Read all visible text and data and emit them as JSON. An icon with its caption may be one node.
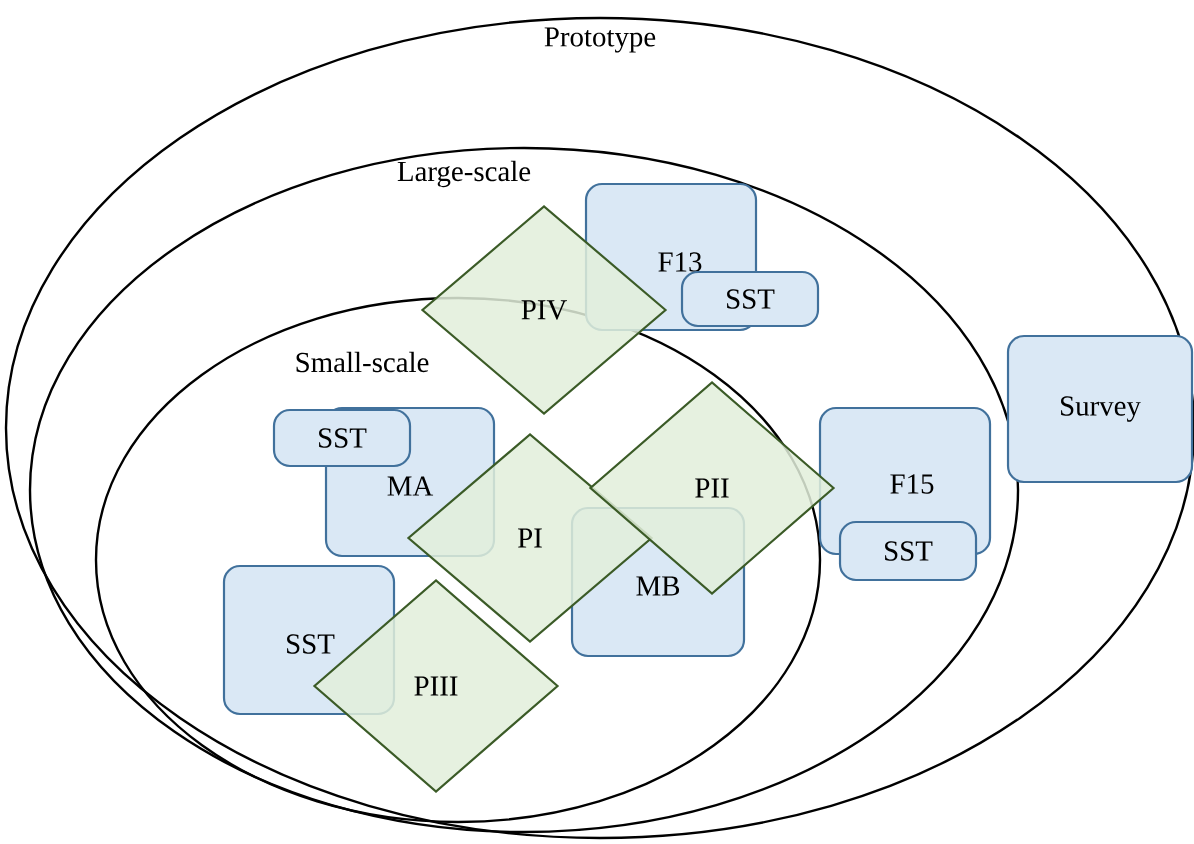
{
  "diagram": {
    "nodes": [
      {
        "text": [
          "Prototype"
        ]
      },
      {
        "text": [
          "Large-scale"
        ],
        "in": 0
      },
      {
        "text": [
          "F13"
        ],
        "in": 1
      },
      {
        "text": [
          "SST"
        ],
        "in": 1
      },
      {
        "text": [
          "PIV"
        ],
        "in": 1
      },
      {
        "text": [
          "Small-scale"
        ],
        "in": 1
      },
      {
        "text": [
          "SST"
        ],
        "in": 5
      },
      {
        "text": [
          "MA"
        ],
        "in": 5
      },
      {
        "text": [
          "PI"
        ],
        "in": 5
      },
      {
        "text": [
          "PII"
        ],
        "in": 5
      },
      {
        "text": [
          "F15"
        ],
        "in": 1
      },
      {
        "text": [
          "SST"
        ],
        "in": 1
      },
      {
        "text": [
          "SST"
        ],
        "in": 5
      },
      {
        "text": [
          "MB"
        ],
        "in": 5
      },
      {
        "text": [
          "PIII"
        ],
        "in": 5
      },
      {
        "text": [
          "Survey"
        ],
        "in": 0
      }
    ],
    "edges": []
  }
}
